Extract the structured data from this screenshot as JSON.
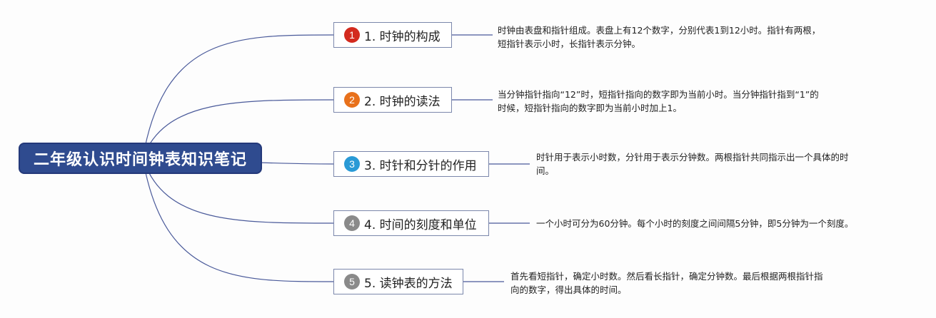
{
  "root": {
    "title": "二年级认识时间钟表知识笔记"
  },
  "branches": [
    {
      "marker": "1",
      "label": "1. 时钟的构成",
      "marker_color": "#d32a1e",
      "note": [
        "时钟由表盘和指针组成。表盘上有12个数字，分别代表1到12小时。指针有两根，",
        "短指针表示小时，长指针表示分钟。"
      ]
    },
    {
      "marker": "2",
      "label": "2. 时钟的读法",
      "marker_color": "#e8711c",
      "note": [
        "当分钟指针指向“12”时，短指针指向的数字即为当前小时。当分钟指针指到“1”的",
        "时候，短指针指向的数字即为当前小时加上1。"
      ]
    },
    {
      "marker": "3",
      "label": "3. 时针和分针的作用",
      "marker_color": "#2a9ad6",
      "note": [
        "时针用于表示小时数，分针用于表示分钟数。两根指针共同指示出一个具体的时",
        "间。"
      ]
    },
    {
      "marker": "4",
      "label": "4. 时间的刻度和单位",
      "marker_color": "#8a8a8a",
      "note": [
        "一个小时可分为60分钟。每个小时的刻度之间间隔5分钟，即5分钟为一个刻度。"
      ]
    },
    {
      "marker": "5",
      "label": "5. 读钟表的方法",
      "marker_color": "#8a8a8a",
      "note": [
        "首先看短指针，确定小时数。然后看长指针，确定分钟数。最后根据两根指针指",
        "向的数字，得出具体的时间。"
      ]
    }
  ],
  "colors": {
    "connector": "#4a5a9a",
    "root_fill": "#2f4b8f"
  }
}
